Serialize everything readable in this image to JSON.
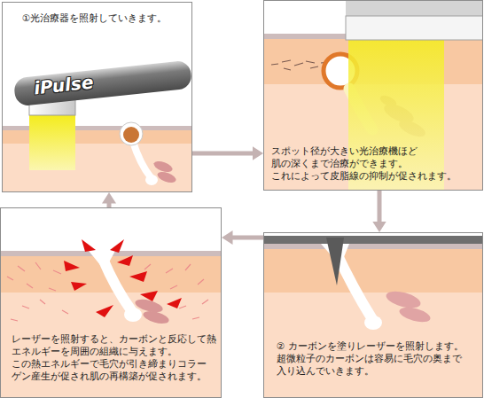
{
  "diagram": {
    "nodes": [
      {
        "text": [
          "①光治療器を照射していきます。"
        ]
      },
      {
        "text": [
          "スポット径が大きい光治療機ほど 肌の深くまで治療ができます。 これによって皮脂線の抑制が促されます。"
        ]
      },
      {
        "text": [
          "レーザーを照射すると、カーボンと反応して熱 エネルギーを周囲の組織に与えます。 この熱エネルギーで毛穴が引き締まりコラー ゲン産生が促され肌の再構築が促されます。"
        ]
      },
      {
        "text": [
          "② カーボンを塗りレーザーを照射します。 超微粒子のカーボンは容易に毛穴の奥まで 入り込んでいきます。"
        ]
      }
    ],
    "edges": [
      {
        "from": 0,
        "to": 1,
        "arrow": "to"
      },
      {
        "from": 1,
        "to": 3,
        "arrow": "to"
      },
      {
        "from": 3,
        "to": 2,
        "arrow": "to"
      },
      {
        "from": 2,
        "to": 0,
        "arrow": "to"
      }
    ],
    "labels": [
      "iPulse"
    ]
  }
}
